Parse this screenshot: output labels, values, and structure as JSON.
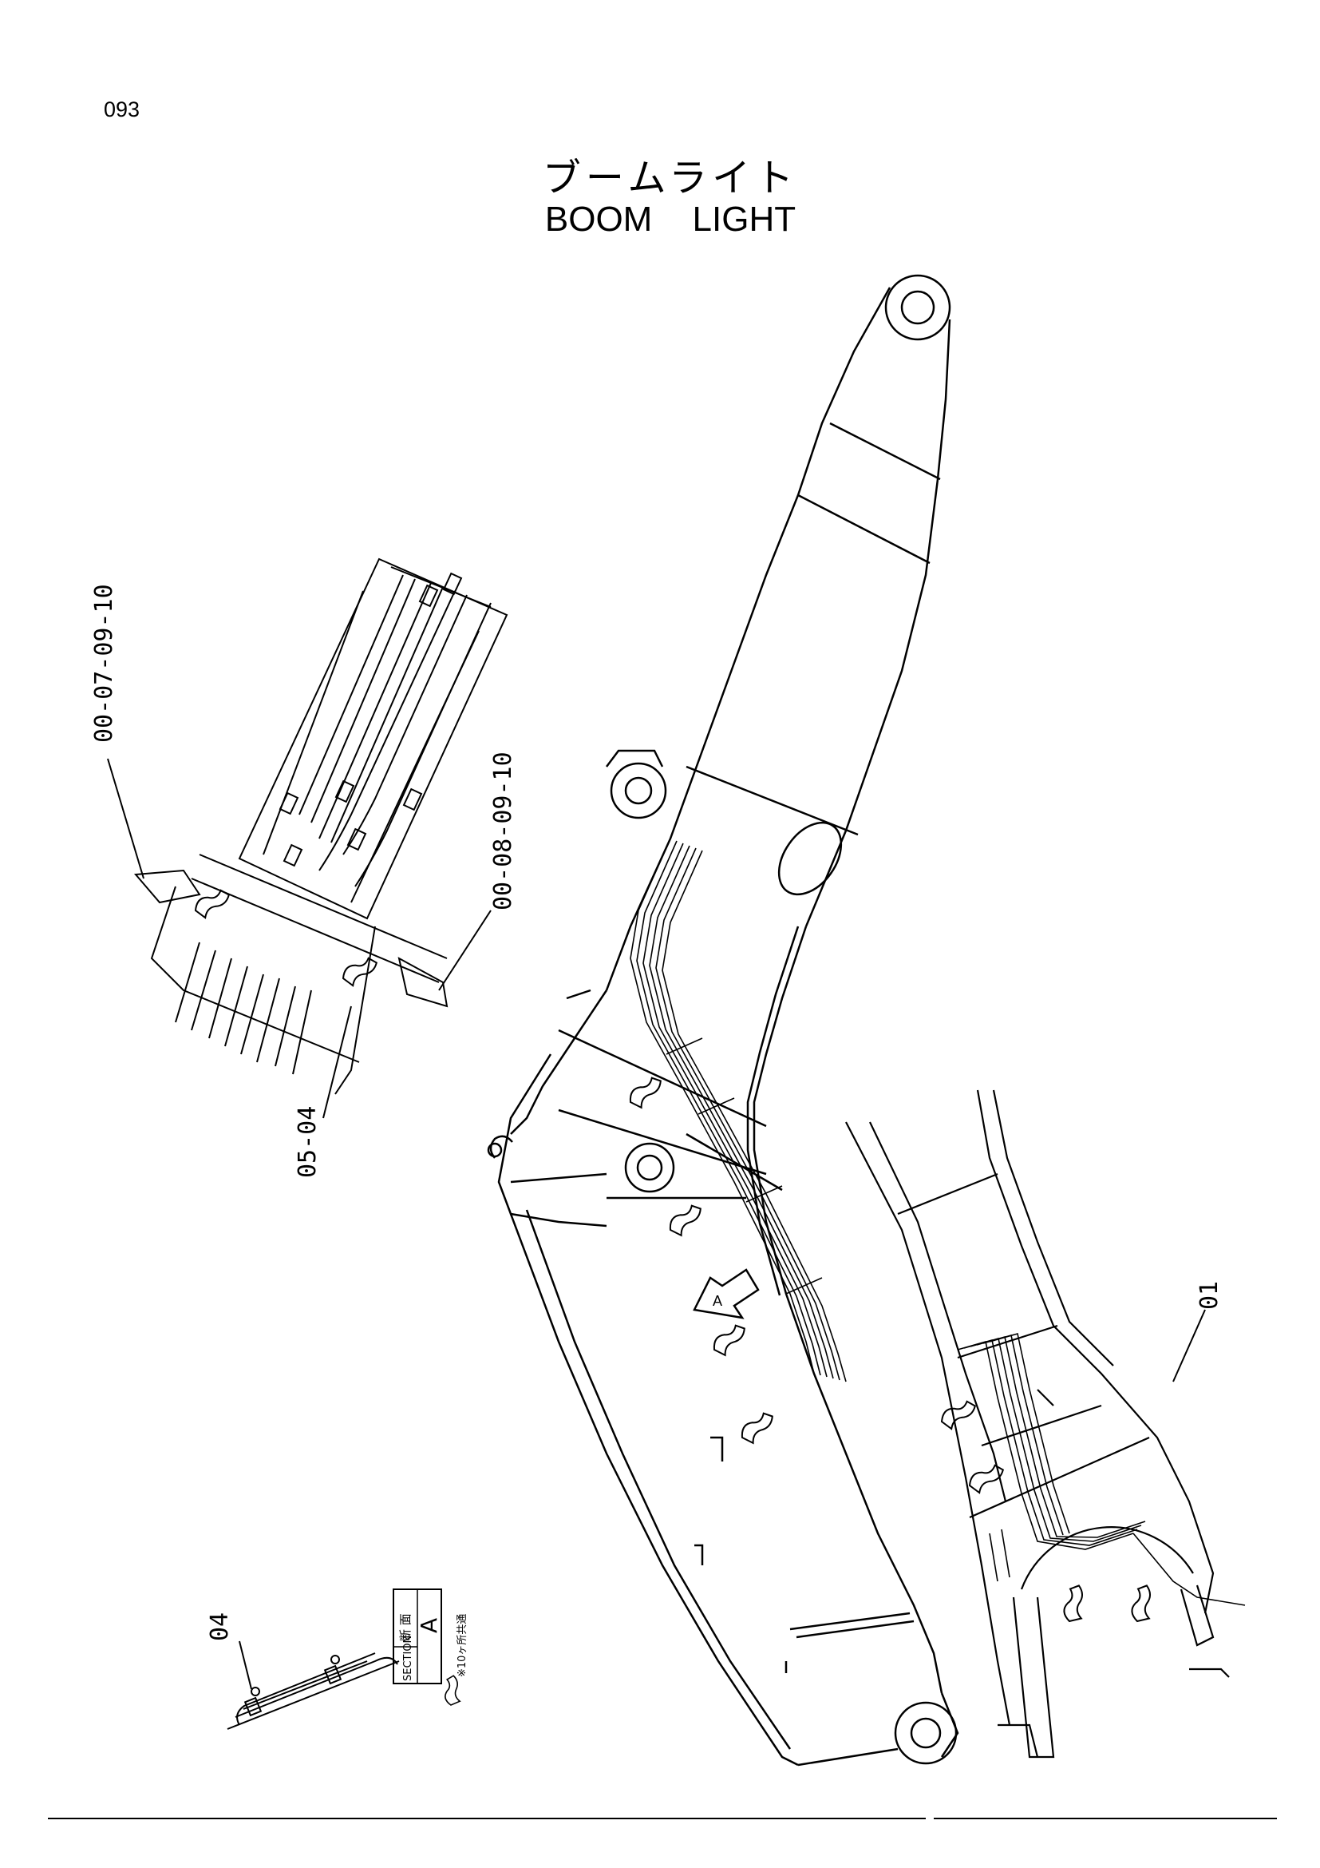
{
  "page": {
    "number": "093"
  },
  "title": {
    "japanese": "ブームライト",
    "english": "BOOM LIGHT"
  },
  "callouts": {
    "upper_left": "00-07-09-10",
    "upper_right": "00-08-09-10",
    "detail_left": "05-04",
    "bottom_left": "04",
    "right_bracket": "01"
  },
  "section": {
    "jp_label": "断 面",
    "en_label": "SECTION",
    "letter": "A",
    "note": "※10ヶ所共通",
    "arrow_letter": "A"
  },
  "colors": {
    "line": "#000000",
    "background": "#ffffff"
  },
  "icons": [
    "clamp-mark-icon",
    "section-arrow-icon"
  ]
}
